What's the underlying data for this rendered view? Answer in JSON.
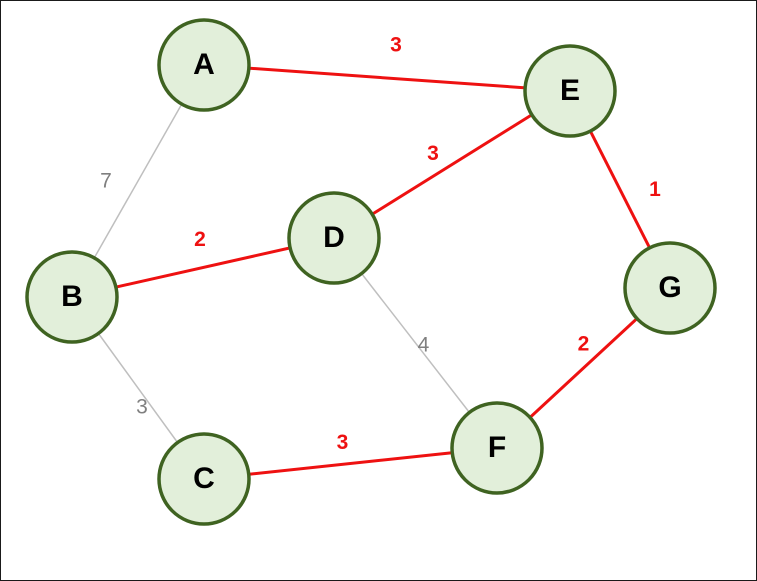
{
  "colors": {
    "node_fill": "#e2efda",
    "node_stroke": "#3f6321",
    "selected_edge": "#ee1111",
    "unselected_edge": "#bfbfbf",
    "selected_label": "#ee1111",
    "unselected_label": "#7f7f7f"
  },
  "nodes": [
    {
      "id": "A",
      "label": "A"
    },
    {
      "id": "B",
      "label": "B"
    },
    {
      "id": "C",
      "label": "C"
    },
    {
      "id": "D",
      "label": "D"
    },
    {
      "id": "E",
      "label": "E"
    },
    {
      "id": "F",
      "label": "F"
    },
    {
      "id": "G",
      "label": "G"
    }
  ],
  "edges": [
    {
      "from": "A",
      "to": "E",
      "weight": "3",
      "selected": true
    },
    {
      "from": "A",
      "to": "B",
      "weight": "7",
      "selected": false
    },
    {
      "from": "B",
      "to": "D",
      "weight": "2",
      "selected": true
    },
    {
      "from": "D",
      "to": "E",
      "weight": "3",
      "selected": true
    },
    {
      "from": "E",
      "to": "G",
      "weight": "1",
      "selected": true
    },
    {
      "from": "D",
      "to": "F",
      "weight": "4",
      "selected": false
    },
    {
      "from": "B",
      "to": "C",
      "weight": "3",
      "selected": false
    },
    {
      "from": "C",
      "to": "F",
      "weight": "3",
      "selected": true
    },
    {
      "from": "F",
      "to": "G",
      "weight": "2",
      "selected": true
    }
  ]
}
